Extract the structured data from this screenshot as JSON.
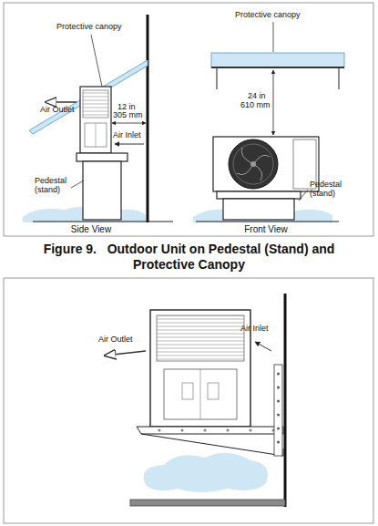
{
  "diagram": {
    "caption": "Figure 9.   Outdoor Unit on Pedestal (Stand) and Protective Canopy",
    "labels": [
      "Protective canopy",
      "Protective canopy",
      "Air Outlet",
      "12 in",
      "305 mm",
      "Air Inlet",
      "24 in",
      "610 mm",
      "Pedestal (stand)",
      "Pedestal (stand)",
      "Side View",
      "Front View",
      "Air Outlet",
      "Air Inlet"
    ]
  }
}
